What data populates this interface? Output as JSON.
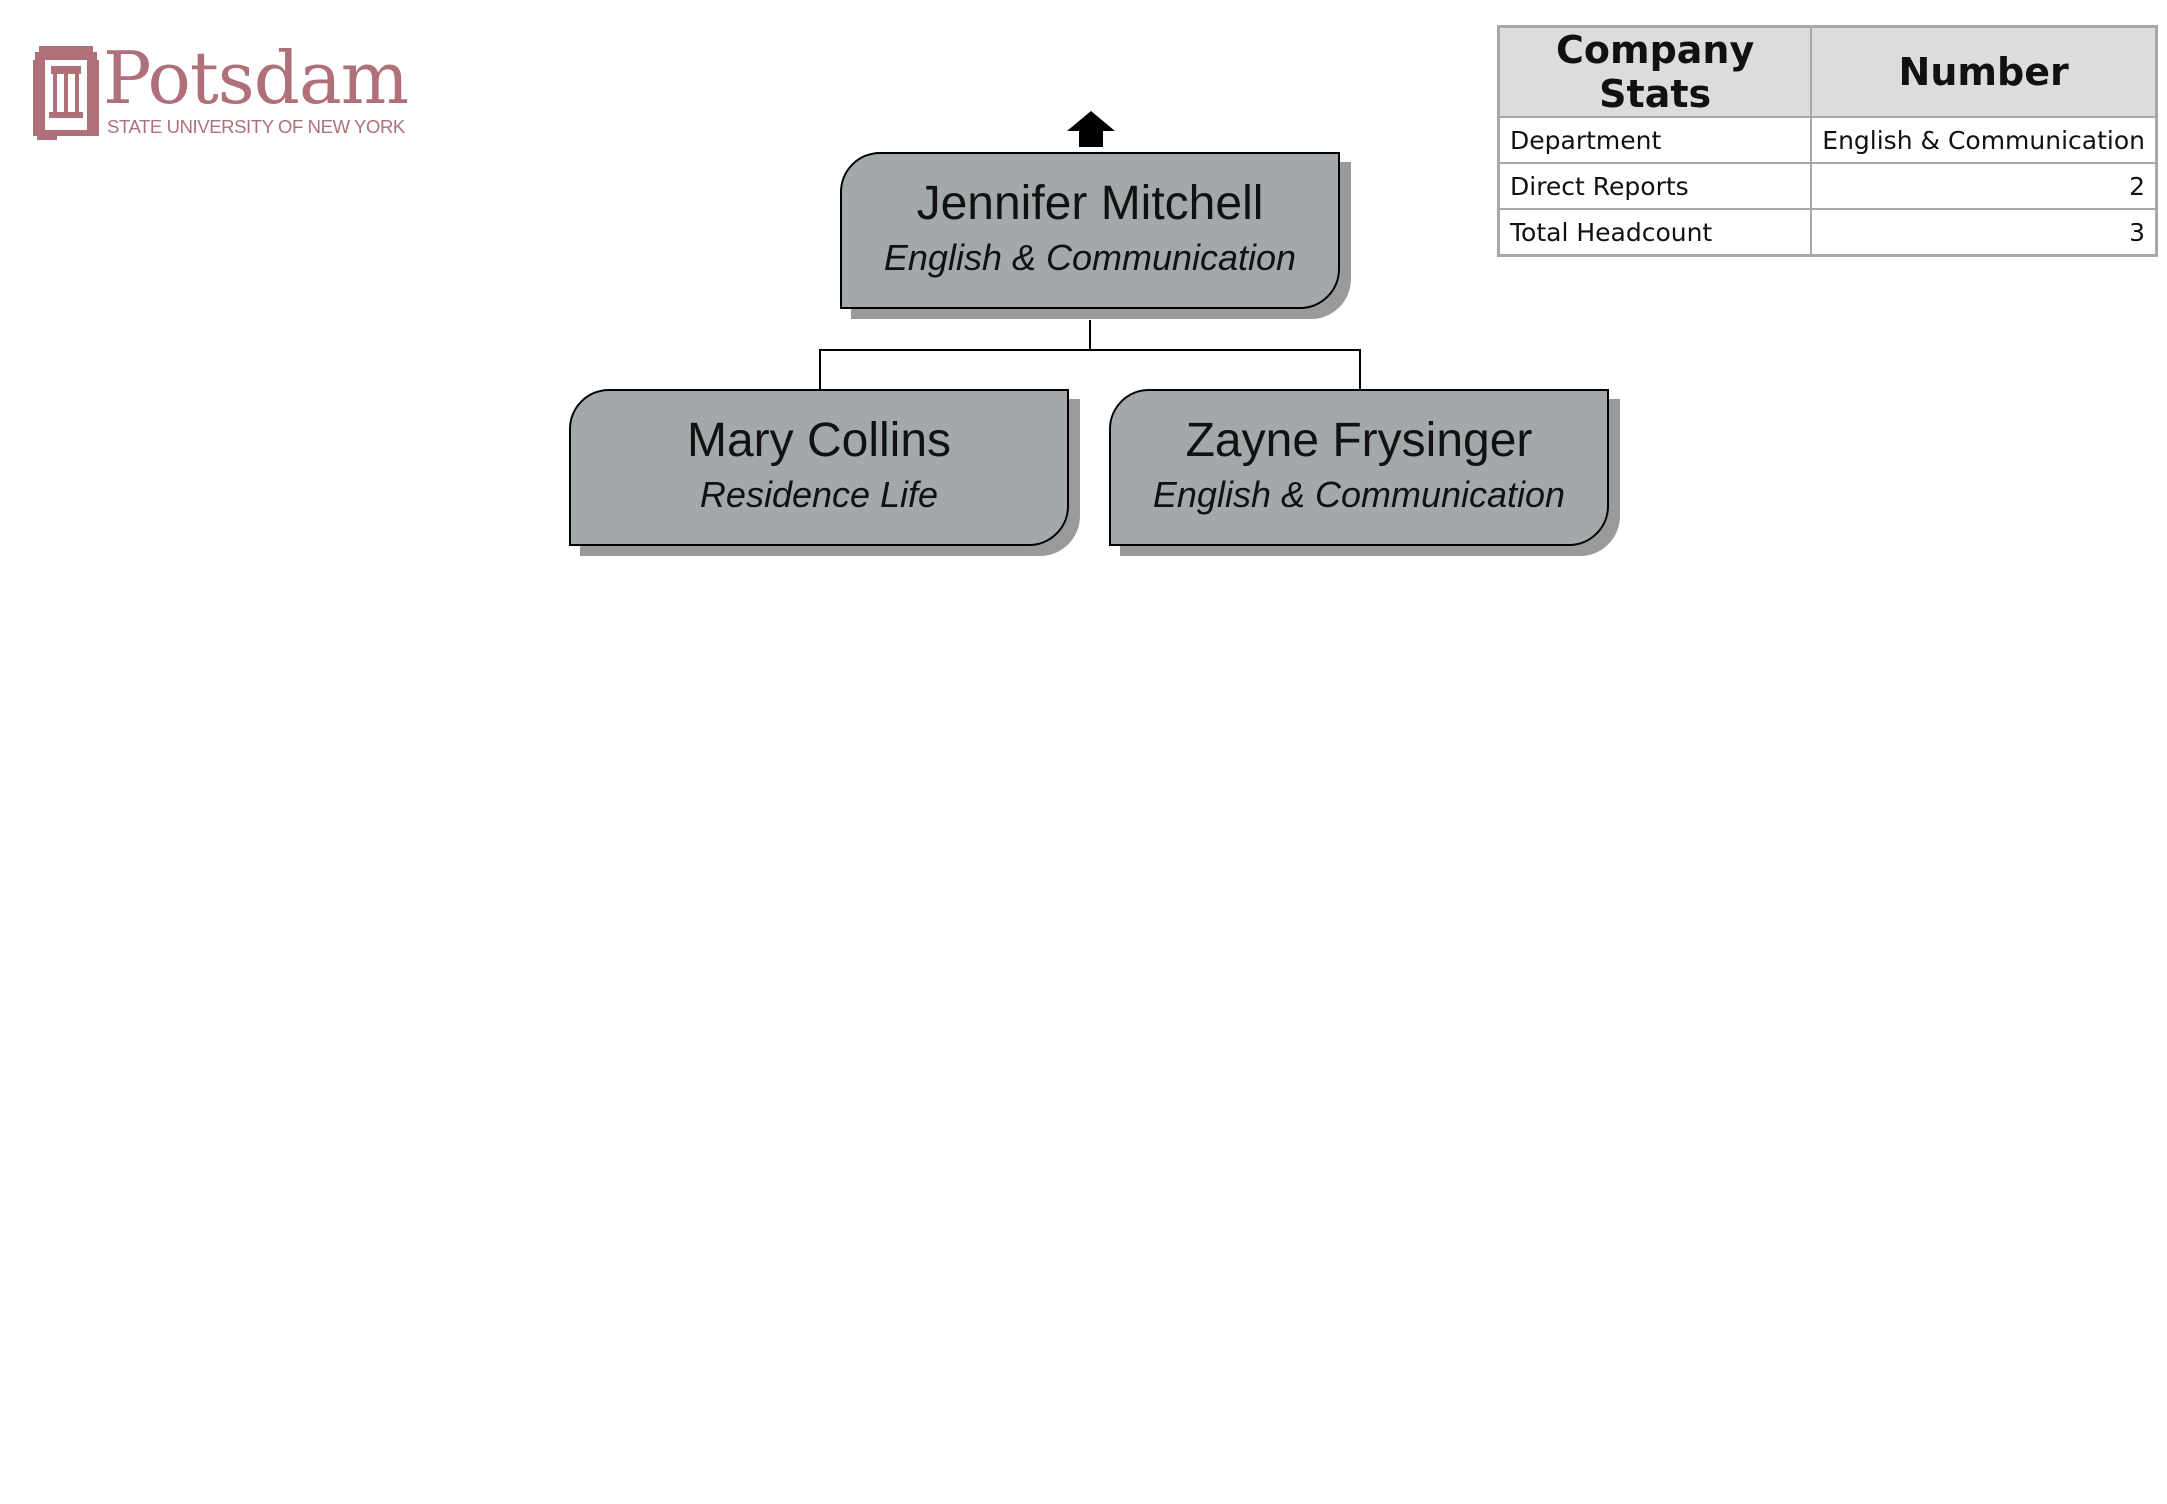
{
  "logo": {
    "name": "Potsdam",
    "tagline": "STATE UNIVERSITY OF NEW YORK",
    "icon": "columned-building-icon",
    "color": "#b07079"
  },
  "org_chart": {
    "up_icon": "up-arrow-icon",
    "root": {
      "name": "Jennifer Mitchell",
      "department": "English & Communication"
    },
    "reports": [
      {
        "name": "Mary Collins",
        "department": "Residence Life"
      },
      {
        "name": "Zayne Frysinger",
        "department": "English & Communication"
      }
    ],
    "colors": {
      "node_fill": "#a3a8ab",
      "node_shadow": "#9a9a9a",
      "line": "#000000"
    }
  },
  "stats": {
    "headers": [
      "Company Stats",
      "Number"
    ],
    "rows": [
      {
        "label": "Department",
        "value": "English & Communication"
      },
      {
        "label": "Direct Reports",
        "value": "2"
      },
      {
        "label": "Total Headcount",
        "value": "3"
      }
    ],
    "colors": {
      "header_fill": "#dcdcdc",
      "border": "#a8a8a8"
    }
  }
}
